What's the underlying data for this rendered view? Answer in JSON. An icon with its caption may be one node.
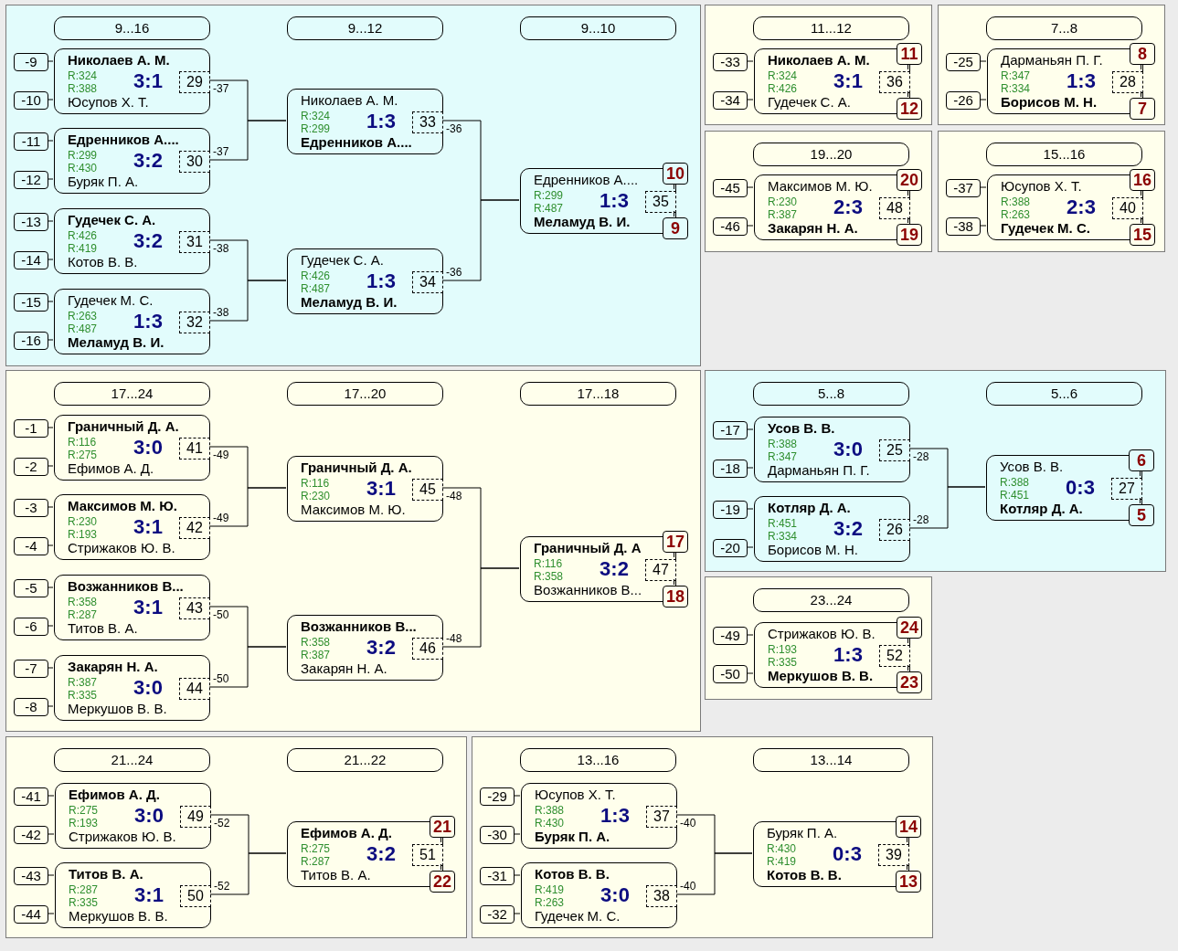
{
  "diagram": {
    "nodes": [
      {
        "text": [],
        "shape": "box"
      },
      {
        "text": [
          "9...16"
        ],
        "in": 0
      },
      {
        "text": [
          "9...12"
        ],
        "in": 0
      },
      {
        "text": [
          "9...10"
        ],
        "in": 0
      },
      {
        "text": [
          "Николаев А. М.",
          "R:324",
          "3:1",
          "R:388",
          "Юсупов Х. Т."
        ],
        "in": 0
      },
      {
        "text": [
          "29"
        ],
        "in": 4
      },
      {
        "text": [
          "-9"
        ],
        "in": 0
      },
      {
        "text": [
          "-10"
        ],
        "in": 0
      },
      {
        "text": [
          "Едренников А....",
          "R:299",
          "3:2",
          "R:430",
          "Буряк П. А."
        ],
        "in": 0
      },
      {
        "text": [
          "30"
        ],
        "in": 8
      },
      {
        "text": [
          "-11"
        ],
        "in": 0
      },
      {
        "text": [
          "-12"
        ],
        "in": 0
      },
      {
        "text": [
          "Гудечек С. А.",
          "R:426",
          "3:2",
          "R:419",
          "Котов В. В."
        ],
        "in": 0
      },
      {
        "text": [
          "31"
        ],
        "in": 12
      },
      {
        "text": [
          "-13"
        ],
        "in": 0
      },
      {
        "text": [
          "-14"
        ],
        "in": 0
      },
      {
        "text": [
          "Гудечек М. С.",
          "R:263",
          "1:3",
          "R:487",
          "Меламуд В. И."
        ],
        "in": 0
      },
      {
        "text": [
          "32"
        ],
        "in": 16
      },
      {
        "text": [
          "-15"
        ],
        "in": 0
      },
      {
        "text": [
          "-16"
        ],
        "in": 0
      },
      {
        "text": [
          "Николаев А. М.",
          "R:324",
          "1:3",
          "R:299",
          "Едренников А...."
        ],
        "in": 0
      },
      {
        "text": [
          "33"
        ],
        "in": 20
      },
      {
        "text": [
          "Гудечек С. А.",
          "R:426",
          "1:3",
          "R:487",
          "Меламуд В. И."
        ],
        "in": 0
      },
      {
        "text": [
          "34"
        ],
        "in": 22
      },
      {
        "text": [
          "Едренников А....",
          "R:299",
          "1:3",
          "R:487",
          "Меламуд В. И."
        ],
        "in": 0
      },
      {
        "text": [
          "35"
        ],
        "in": 24
      },
      {
        "text": [
          "10"
        ],
        "in": 0
      },
      {
        "text": [
          "9"
        ],
        "in": 0
      },
      {
        "text": [],
        "shape": "box"
      },
      {
        "text": [
          "11...12"
        ],
        "in": 28
      },
      {
        "text": [
          "Николаев А. М.",
          "R:324",
          "3:1",
          "R:426",
          "Гудечек С. А."
        ],
        "in": 28
      },
      {
        "text": [
          "36"
        ],
        "in": 30
      },
      {
        "text": [
          "-33"
        ],
        "in": 28
      },
      {
        "text": [
          "-34"
        ],
        "in": 28
      },
      {
        "text": [
          "11"
        ],
        "in": 28
      },
      {
        "text": [
          "12"
        ],
        "in": 28
      },
      {
        "text": [],
        "shape": "box"
      },
      {
        "text": [
          "7...8"
        ],
        "in": 36
      },
      {
        "text": [
          "Дарманьян П. Г.",
          "R:347",
          "1:3",
          "R:334",
          "Борисов М. Н."
        ],
        "in": 36
      },
      {
        "text": [
          "28"
        ],
        "in": 38
      },
      {
        "text": [
          "-25"
        ],
        "in": 36
      },
      {
        "text": [
          "-26"
        ],
        "in": 36
      },
      {
        "text": [
          "8"
        ],
        "in": 36
      },
      {
        "text": [
          "7"
        ],
        "in": 36
      },
      {
        "text": [],
        "shape": "box"
      },
      {
        "text": [
          "19...20"
        ],
        "in": 44
      },
      {
        "text": [
          "Максимов М. Ю.",
          "R:230",
          "2:3",
          "R:387",
          "Закарян Н. А."
        ],
        "in": 44
      },
      {
        "text": [
          "48"
        ],
        "in": 46
      },
      {
        "text": [
          "-45"
        ],
        "in": 44
      },
      {
        "text": [
          "-46"
        ],
        "in": 44
      },
      {
        "text": [
          "20"
        ],
        "in": 44
      },
      {
        "text": [
          "19"
        ],
        "in": 44
      },
      {
        "text": [],
        "shape": "box"
      },
      {
        "text": [
          "15...16"
        ],
        "in": 52
      },
      {
        "text": [
          "Юсупов Х. Т.",
          "R:388",
          "2:3",
          "R:263",
          "Гудечек М. С."
        ],
        "in": 52
      },
      {
        "text": [
          "40"
        ],
        "in": 54
      },
      {
        "text": [
          "-37"
        ],
        "in": 52
      },
      {
        "text": [
          "-38"
        ],
        "in": 52
      },
      {
        "text": [
          "16"
        ],
        "in": 52
      },
      {
        "text": [
          "15"
        ],
        "in": 52
      },
      {
        "text": [],
        "shape": "box"
      },
      {
        "text": [
          "17...24"
        ],
        "in": 60
      },
      {
        "text": [
          "17...20"
        ],
        "in": 60
      },
      {
        "text": [
          "17...18"
        ],
        "in": 60
      },
      {
        "text": [
          "Граничный Д. А.",
          "R:116",
          "3:0",
          "R:275",
          "Ефимов А. Д."
        ],
        "in": 60
      },
      {
        "text": [
          "41"
        ],
        "in": 64
      },
      {
        "text": [
          "-1"
        ],
        "in": 60
      },
      {
        "text": [
          "-2"
        ],
        "in": 60
      },
      {
        "text": [
          "Максимов М. Ю.",
          "R:230",
          "3:1",
          "R:193",
          "Стрижаков Ю. В."
        ],
        "in": 60
      },
      {
        "text": [
          "42"
        ],
        "in": 68
      },
      {
        "text": [
          "-3"
        ],
        "in": 60
      },
      {
        "text": [
          "-4"
        ],
        "in": 60
      },
      {
        "text": [
          "Возжанников В...",
          "R:358",
          "3:1",
          "R:287",
          "Титов В. А."
        ],
        "in": 60
      },
      {
        "text": [
          "43"
        ],
        "in": 72
      },
      {
        "text": [
          "-5"
        ],
        "in": 60
      },
      {
        "text": [
          "-6"
        ],
        "in": 60
      },
      {
        "text": [
          "Закарян Н. А.",
          "R:387",
          "3:0",
          "R:335",
          "Меркушов В. В."
        ],
        "in": 60
      },
      {
        "text": [
          "44"
        ],
        "in": 76
      },
      {
        "text": [
          "-7"
        ],
        "in": 60
      },
      {
        "text": [
          "-8"
        ],
        "in": 60
      },
      {
        "text": [
          "Граничный Д. А.",
          "R:116",
          "3:1",
          "R:230",
          "Максимов М. Ю."
        ],
        "in": 60
      },
      {
        "text": [
          "45"
        ],
        "in": 80
      },
      {
        "text": [
          "Возжанников В...",
          "R:358",
          "3:2",
          "R:387",
          "Закарян Н. А."
        ],
        "in": 60
      },
      {
        "text": [
          "46"
        ],
        "in": 82
      },
      {
        "text": [
          "Граничный Д. А",
          "R:116",
          "3:2",
          "R:358",
          "Возжанников В..."
        ],
        "in": 60
      },
      {
        "text": [
          "47"
        ],
        "in": 84
      },
      {
        "text": [
          "17"
        ],
        "in": 60
      },
      {
        "text": [
          "18"
        ],
        "in": 60
      },
      {
        "text": [],
        "shape": "box"
      },
      {
        "text": [
          "5...8"
        ],
        "in": 88
      },
      {
        "text": [
          "5...6"
        ],
        "in": 88
      },
      {
        "text": [
          "Усов В. В.",
          "R:388",
          "3:0",
          "R:347",
          "Дарманьян П. Г."
        ],
        "in": 88
      },
      {
        "text": [
          "25"
        ],
        "in": 91
      },
      {
        "text": [
          "-17"
        ],
        "in": 88
      },
      {
        "text": [
          "-18"
        ],
        "in": 88
      },
      {
        "text": [
          "Котляр Д. А.",
          "R:451",
          "3:2",
          "R:334",
          "Борисов М. Н."
        ],
        "in": 88
      },
      {
        "text": [
          "26"
        ],
        "in": 95
      },
      {
        "text": [
          "-19"
        ],
        "in": 88
      },
      {
        "text": [
          "-20"
        ],
        "in": 88
      },
      {
        "text": [
          "Усов В. В.",
          "R:388",
          "0:3",
          "R:451",
          "Котляр Д. А."
        ],
        "in": 88
      },
      {
        "text": [
          "27"
        ],
        "in": 99
      },
      {
        "text": [
          "6"
        ],
        "in": 88
      },
      {
        "text": [
          "5"
        ],
        "in": 88
      },
      {
        "text": [],
        "shape": "box"
      },
      {
        "text": [
          "23...24"
        ],
        "in": 103
      },
      {
        "text": [
          "Стрижаков Ю. В.",
          "R:193",
          "1:3",
          "R:335",
          "Меркушов В. В."
        ],
        "in": 103
      },
      {
        "text": [
          "52"
        ],
        "in": 105
      },
      {
        "text": [
          "-49"
        ],
        "in": 103
      },
      {
        "text": [
          "-50"
        ],
        "in": 103
      },
      {
        "text": [
          "24"
        ],
        "in": 103
      },
      {
        "text": [
          "23"
        ],
        "in": 103
      },
      {
        "text": [],
        "shape": "box"
      },
      {
        "text": [
          "21...24"
        ],
        "in": 111
      },
      {
        "text": [
          "21...22"
        ],
        "in": 111
      },
      {
        "text": [
          "Ефимов А. Д.",
          "R:275",
          "3:0",
          "R:193",
          "Стрижаков Ю. В."
        ],
        "in": 111
      },
      {
        "text": [
          "49"
        ],
        "in": 114
      },
      {
        "text": [
          "-41"
        ],
        "in": 111
      },
      {
        "text": [
          "-42"
        ],
        "in": 111
      },
      {
        "text": [
          "Титов В. А.",
          "R:287",
          "3:1",
          "R:335",
          "Меркушов В. В."
        ],
        "in": 111
      },
      {
        "text": [
          "50"
        ],
        "in": 118
      },
      {
        "text": [
          "-43"
        ],
        "in": 111
      },
      {
        "text": [
          "-44"
        ],
        "in": 111
      },
      {
        "text": [
          "Ефимов А. Д.",
          "R:275",
          "3:2",
          "R:287",
          "Титов В. А."
        ],
        "in": 111
      },
      {
        "text": [
          "51"
        ],
        "in": 122
      },
      {
        "text": [
          "21"
        ],
        "in": 111
      },
      {
        "text": [
          "22"
        ],
        "in": 111
      },
      {
        "text": [],
        "shape": "box"
      },
      {
        "text": [
          "13...16"
        ],
        "in": 126
      },
      {
        "text": [
          "13...14"
        ],
        "in": 126
      },
      {
        "text": [
          "Юсупов Х. Т.",
          "R:388",
          "1:3",
          "R:430",
          "Буряк П. А."
        ],
        "in": 126
      },
      {
        "text": [
          "37"
        ],
        "in": 129
      },
      {
        "text": [
          "-29"
        ],
        "in": 126
      },
      {
        "text": [
          "-30"
        ],
        "in": 126
      },
      {
        "text": [
          "Котов В. В.",
          "R:419",
          "3:0",
          "R:263",
          "Гудечек М. С."
        ],
        "in": 126
      },
      {
        "text": [
          "38"
        ],
        "in": 133
      },
      {
        "text": [
          "-31"
        ],
        "in": 126
      },
      {
        "text": [
          "-32"
        ],
        "in": 126
      },
      {
        "text": [
          "Буряк П. А.",
          "R:430",
          "0:3",
          "R:419",
          "Котов В. В."
        ],
        "in": 126
      },
      {
        "text": [
          "39"
        ],
        "in": 137
      },
      {
        "text": [
          "14"
        ],
        "in": 126
      },
      {
        "text": [
          "13"
        ],
        "in": 126
      }
    ],
    "edges": [
      {
        "from": 6,
        "to": 4,
        "arrow": "none"
      },
      {
        "from": 7,
        "to": 4,
        "arrow": "none"
      },
      {
        "from": 10,
        "to": 8,
        "arrow": "none"
      },
      {
        "from": 11,
        "to": 8,
        "arrow": "none"
      },
      {
        "from": 14,
        "to": 12,
        "arrow": "none"
      },
      {
        "from": 15,
        "to": 12,
        "arrow": "none"
      },
      {
        "from": 18,
        "to": 16,
        "arrow": "none"
      },
      {
        "from": 19,
        "to": 16,
        "arrow": "none"
      },
      {
        "from": 4,
        "to": 20,
        "arrow": "none",
        "label": "-37"
      },
      {
        "from": 8,
        "to": 20,
        "arrow": "none",
        "label": "-37"
      },
      {
        "from": 12,
        "to": 22,
        "arrow": "none",
        "label": "-38"
      },
      {
        "from": 16,
        "to": 22,
        "arrow": "none",
        "label": "-38"
      },
      {
        "from": 20,
        "to": 24,
        "arrow": "none",
        "label": "-36"
      },
      {
        "from": 22,
        "to": 24,
        "arrow": "none",
        "label": "-36"
      },
      {
        "from": 25,
        "to": 26,
        "arrow": "none"
      },
      {
        "from": 25,
        "to": 27,
        "arrow": "none"
      },
      {
        "from": 32,
        "to": 30,
        "arrow": "none"
      },
      {
        "from": 33,
        "to": 30,
        "arrow": "none"
      },
      {
        "from": 31,
        "to": 34,
        "arrow": "none"
      },
      {
        "from": 31,
        "to": 35,
        "arrow": "none"
      },
      {
        "from": 40,
        "to": 38,
        "arrow": "none"
      },
      {
        "from": 41,
        "to": 38,
        "arrow": "none"
      },
      {
        "from": 39,
        "to": 42,
        "arrow": "none"
      },
      {
        "from": 39,
        "to": 43,
        "arrow": "none"
      },
      {
        "from": 48,
        "to": 46,
        "arrow": "none"
      },
      {
        "from": 49,
        "to": 46,
        "arrow": "none"
      },
      {
        "from": 47,
        "to": 50,
        "arrow": "none"
      },
      {
        "from": 47,
        "to": 51,
        "arrow": "none"
      },
      {
        "from": 56,
        "to": 54,
        "arrow": "none"
      },
      {
        "from": 57,
        "to": 54,
        "arrow": "none"
      },
      {
        "from": 55,
        "to": 58,
        "arrow": "none"
      },
      {
        "from": 55,
        "to": 59,
        "arrow": "none"
      },
      {
        "from": 66,
        "to": 64,
        "arrow": "none"
      },
      {
        "from": 67,
        "to": 64,
        "arrow": "none"
      },
      {
        "from": 70,
        "to": 68,
        "arrow": "none"
      },
      {
        "from": 71,
        "to": 68,
        "arrow": "none"
      },
      {
        "from": 74,
        "to": 72,
        "arrow": "none"
      },
      {
        "from": 75,
        "to": 72,
        "arrow": "none"
      },
      {
        "from": 78,
        "to": 76,
        "arrow": "none"
      },
      {
        "from": 79,
        "to": 76,
        "arrow": "none"
      },
      {
        "from": 64,
        "to": 80,
        "arrow": "none",
        "label": "-49"
      },
      {
        "from": 68,
        "to": 80,
        "arrow": "none",
        "label": "-49"
      },
      {
        "from": 72,
        "to": 82,
        "arrow": "none",
        "label": "-50"
      },
      {
        "from": 76,
        "to": 82,
        "arrow": "none",
        "label": "-50"
      },
      {
        "from": 80,
        "to": 84,
        "arrow": "none",
        "label": "-48"
      },
      {
        "from": 82,
        "to": 84,
        "arrow": "none",
        "label": "-48"
      },
      {
        "from": 85,
        "to": 86,
        "arrow": "none"
      },
      {
        "from": 85,
        "to": 87,
        "arrow": "none"
      },
      {
        "from": 93,
        "to": 91,
        "arrow": "none"
      },
      {
        "from": 94,
        "to": 91,
        "arrow": "none"
      },
      {
        "from": 97,
        "to": 95,
        "arrow": "none"
      },
      {
        "from": 98,
        "to": 95,
        "arrow": "none"
      },
      {
        "from": 91,
        "to": 99,
        "arrow": "none",
        "label": "-28"
      },
      {
        "from": 95,
        "to": 99,
        "arrow": "none",
        "label": "-28"
      },
      {
        "from": 100,
        "to": 101,
        "arrow": "none"
      },
      {
        "from": 100,
        "to": 102,
        "arrow": "none"
      },
      {
        "from": 107,
        "to": 105,
        "arrow": "none"
      },
      {
        "from": 108,
        "to": 105,
        "arrow": "none"
      },
      {
        "from": 106,
        "to": 109,
        "arrow": "none"
      },
      {
        "from": 106,
        "to": 110,
        "arrow": "none"
      },
      {
        "from": 116,
        "to": 114,
        "arrow": "none"
      },
      {
        "from": 117,
        "to": 114,
        "arrow": "none"
      },
      {
        "from": 120,
        "to": 118,
        "arrow": "none"
      },
      {
        "from": 121,
        "to": 118,
        "arrow": "none"
      },
      {
        "from": 114,
        "to": 122,
        "arrow": "none",
        "label": "-52"
      },
      {
        "from": 118,
        "to": 122,
        "arrow": "none",
        "label": "-52"
      },
      {
        "from": 123,
        "to": 124,
        "arrow": "none"
      },
      {
        "from": 123,
        "to": 125,
        "arrow": "none"
      },
      {
        "from": 131,
        "to": 129,
        "arrow": "none"
      },
      {
        "from": 132,
        "to": 129,
        "arrow": "none"
      },
      {
        "from": 135,
        "to": 133,
        "arrow": "none"
      },
      {
        "from": 136,
        "to": 133,
        "arrow": "none"
      },
      {
        "from": 129,
        "to": 137,
        "arrow": "none",
        "label": "-40"
      },
      {
        "from": 133,
        "to": 137,
        "arrow": "none",
        "label": "-40"
      },
      {
        "from": 138,
        "to": 139,
        "arrow": "none"
      },
      {
        "from": 138,
        "to": 140,
        "arrow": "none"
      }
    ]
  }
}
